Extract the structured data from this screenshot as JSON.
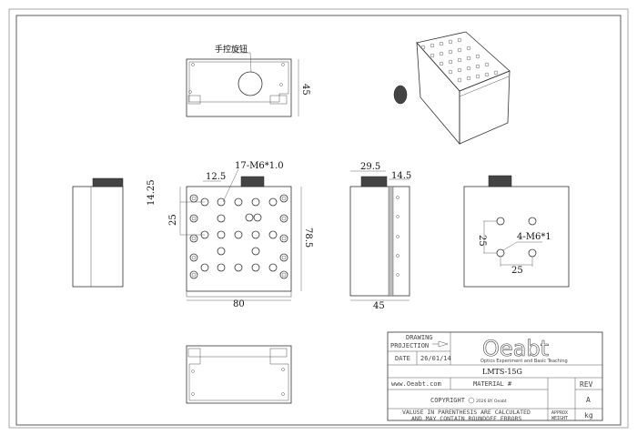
{
  "views": {
    "top": {
      "label": "手控旋钮",
      "dim_height": "45"
    },
    "front": {
      "dim_width": "80",
      "dim_height": "78.5",
      "dim_pitch_x": "12.5",
      "dim_offset_y": "14.25",
      "dim_pitch_y": "25",
      "hole_callout": "17-M6*1.0"
    },
    "side": {
      "dim_knob": "29.5",
      "dim_strip": "14.5",
      "dim_depth": "45"
    },
    "back": {
      "dim_pitch_y": "25",
      "dim_pitch_x": "25",
      "hole_callout": "4-M6*1"
    }
  },
  "title_block": {
    "drawing_label": "DRAWING",
    "projection_label": "PROJECTION",
    "date_label": "DATE",
    "date_value": "26/01/14",
    "logo_text": "Oeabt",
    "logo_tagline": "Optics Experiment and Basic Teaching",
    "part_number": "LMTS-15G",
    "website": "www.Oeabt.com",
    "material_label": "MATERIAL #",
    "rev_label": "REV",
    "rev_value": "A",
    "copyright_label": "COPYRIGHT",
    "copyright_owner": "2026 BY Oeabt",
    "note_line1": "VALUSE IN PARENTHESIS ARE CALCULATED",
    "note_line2": "AND MAY CONTAIN ROUNDOFF ERRORS",
    "weight_label1": "APPROX",
    "weight_label2": "WEIGHT",
    "weight_unit": "kg"
  }
}
